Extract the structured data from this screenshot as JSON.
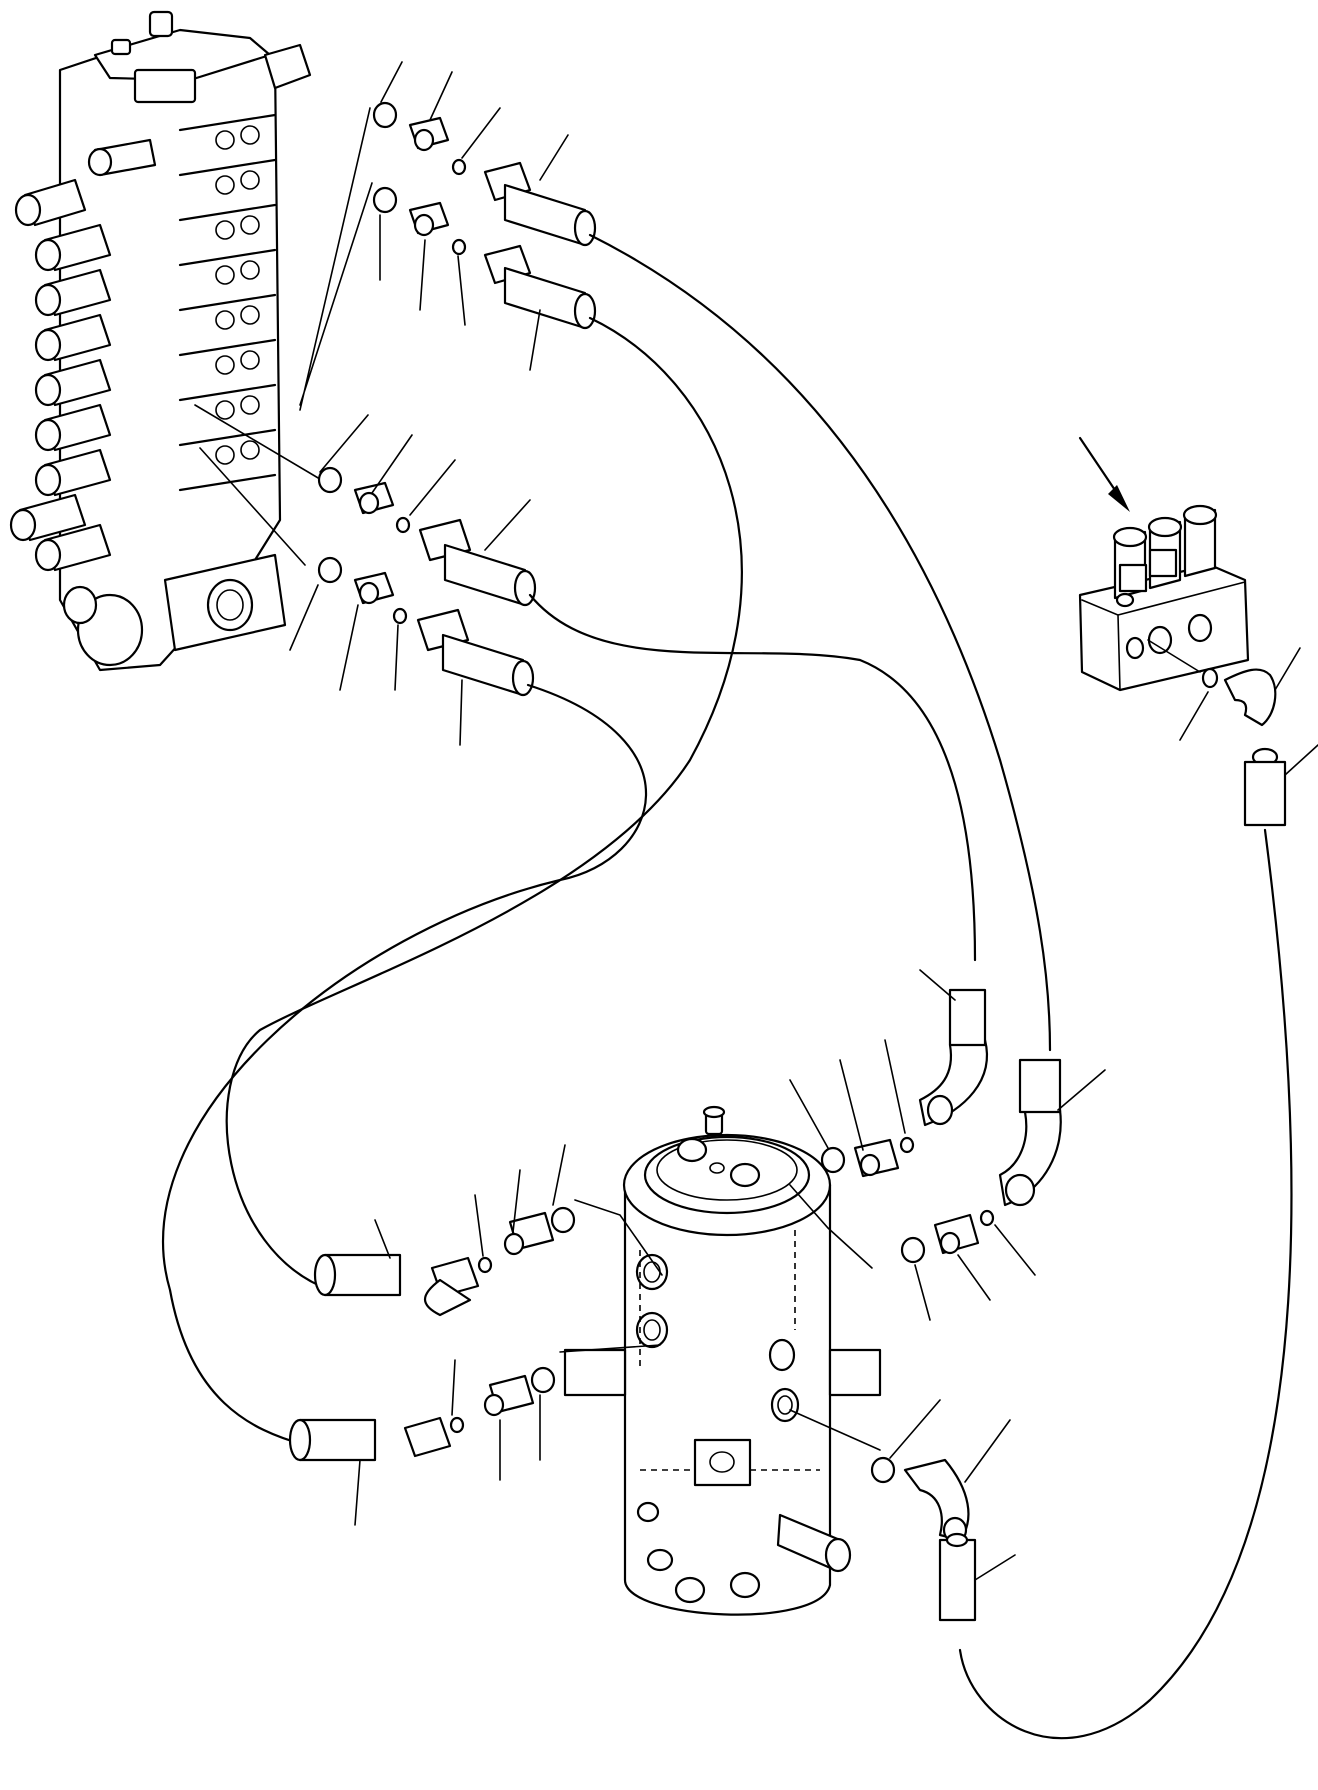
{
  "figure": {
    "kind": "exploded parts diagram - hydraulic piping, control valve to swivel joint",
    "assemblies": [
      {
        "key": "control_valve",
        "name": "control-valve-block"
      },
      {
        "key": "swivel_joint",
        "name": "center-swivel-joint"
      },
      {
        "key": "solenoid_valve",
        "name": "solenoid-valve-block"
      }
    ],
    "callout_labels": [],
    "note": ""
  }
}
